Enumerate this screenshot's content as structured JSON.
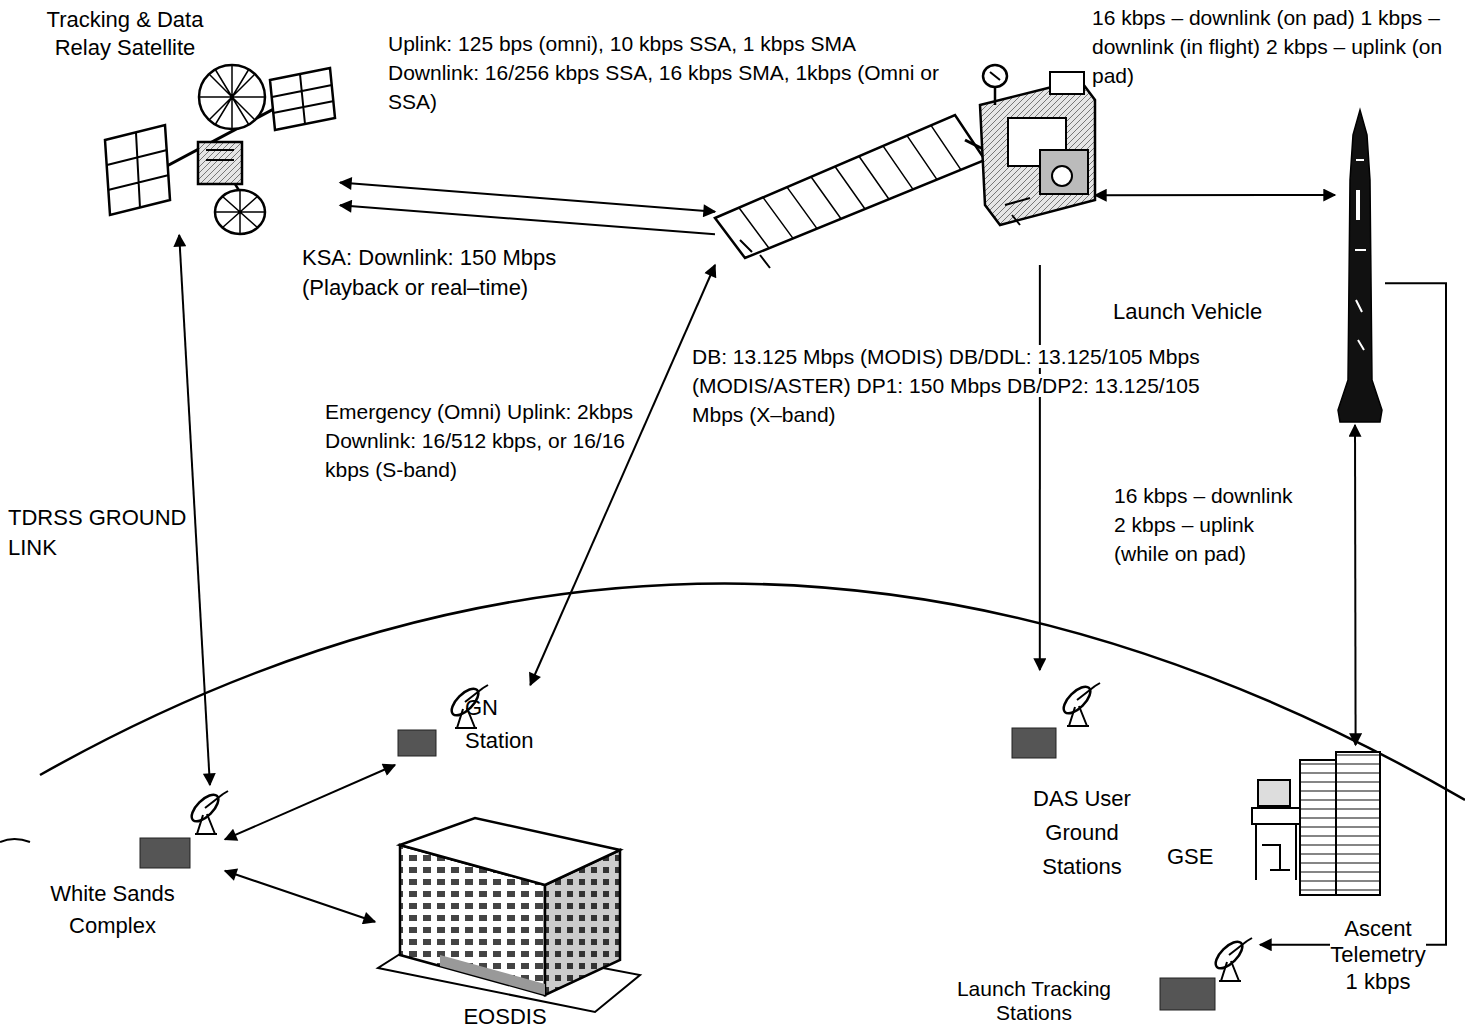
{
  "diagram": {
    "nodes": [
      {
        "text": [
          "Tracking & Data Relay Satellite"
        ]
      },
      {
        "text": []
      },
      {
        "text": [
          "Launch Vehicle"
        ]
      },
      {
        "text": [
          "GN Station"
        ]
      },
      {
        "text": [
          "White Sands Complex"
        ]
      },
      {
        "text": [
          "EOSDIS"
        ]
      },
      {
        "text": [
          "DAS User Ground Stations"
        ]
      },
      {
        "text": [
          "GSE"
        ]
      },
      {
        "text": [
          "Launch Tracking Stations"
        ]
      }
    ],
    "edges": [
      {
        "from": 0,
        "to": 1,
        "arrow": "both",
        "label": "Uplink: 125 bps (omni), 10 kbps SSA, 1 kbps SMA Downlink: 16/256 kbps SSA, 16 kbps SMA, 1kbps (Omni or SSA)"
      },
      {
        "from": 1,
        "to": 0,
        "arrow": "to",
        "label": "KSA: Downlink: 150 Mbps (Playback or real–time)"
      },
      {
        "from": 1,
        "to": 2,
        "arrow": "both",
        "label": "16 kbps – downlink (on pad) 1 kbps – downlink (in flight) 2 kbps – uplink (on pad)"
      },
      {
        "from": 0,
        "to": 4,
        "arrow": "both",
        "label": "TDRSS GROUND LINK"
      },
      {
        "from": 1,
        "to": 3,
        "arrow": "both",
        "label": "Emergency (Omni) Uplink: 2kbps Downlink: 16/512 kbps, or 16/16 kbps (S-band)"
      },
      {
        "from": 1,
        "to": 6,
        "arrow": "to",
        "label": "DB: 13.125 Mbps (MODIS) DB/DDL: 13.125/105 Mbps (MODIS/ASTER) DP1: 150 Mbps DB/DP2: 13.125/105 Mbps (X–band)"
      },
      {
        "from": 2,
        "to": 7,
        "arrow": "both",
        "label": "16 kbps – downlink 2 kbps – uplink (while on pad)"
      },
      {
        "from": 2,
        "to": 8,
        "arrow": "to",
        "label": "Ascent Telemetry 1 kbps"
      },
      {
        "from": 4,
        "to": 3,
        "arrow": "both"
      },
      {
        "from": 4,
        "to": 5,
        "arrow": "both"
      }
    ]
  }
}
